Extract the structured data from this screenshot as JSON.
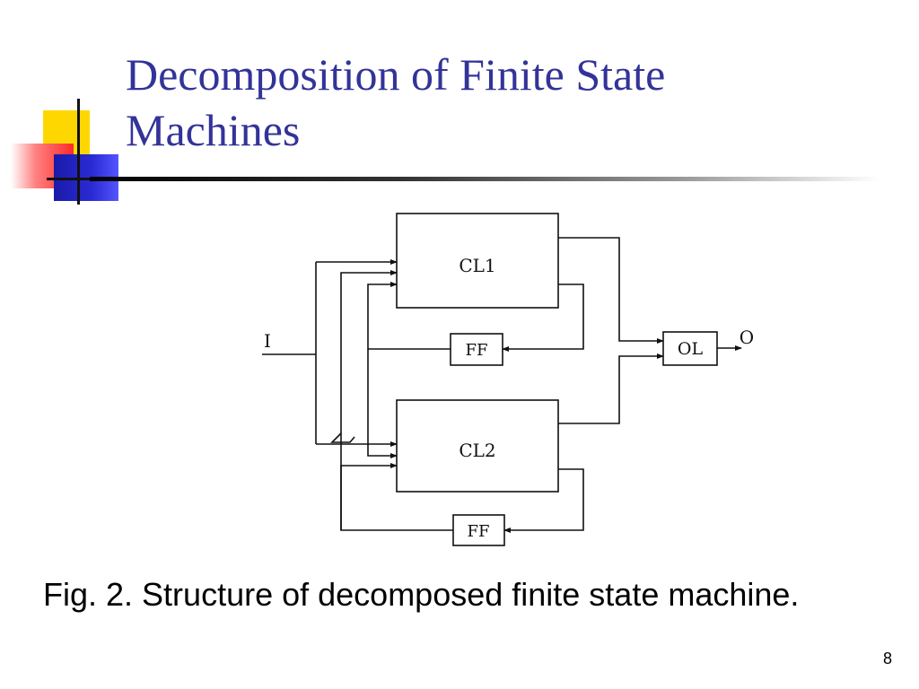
{
  "slide": {
    "title_line1": "Decomposition of  Finite State",
    "title_line2": "Machines",
    "caption": "Fig. 2. Structure of decomposed finite state machine.",
    "page_number": "8"
  },
  "diagram": {
    "input_label": "I",
    "output_label": "O",
    "cl1_label": "CL1",
    "cl2_label": "CL2",
    "ff1_label": "FF",
    "ff2_label": "FF",
    "ol_label": "OL"
  },
  "colors": {
    "title": "#333399",
    "accent_yellow": "#ffd700",
    "accent_red": "#ff2a2a",
    "accent_blue": "#2b2bd6"
  }
}
